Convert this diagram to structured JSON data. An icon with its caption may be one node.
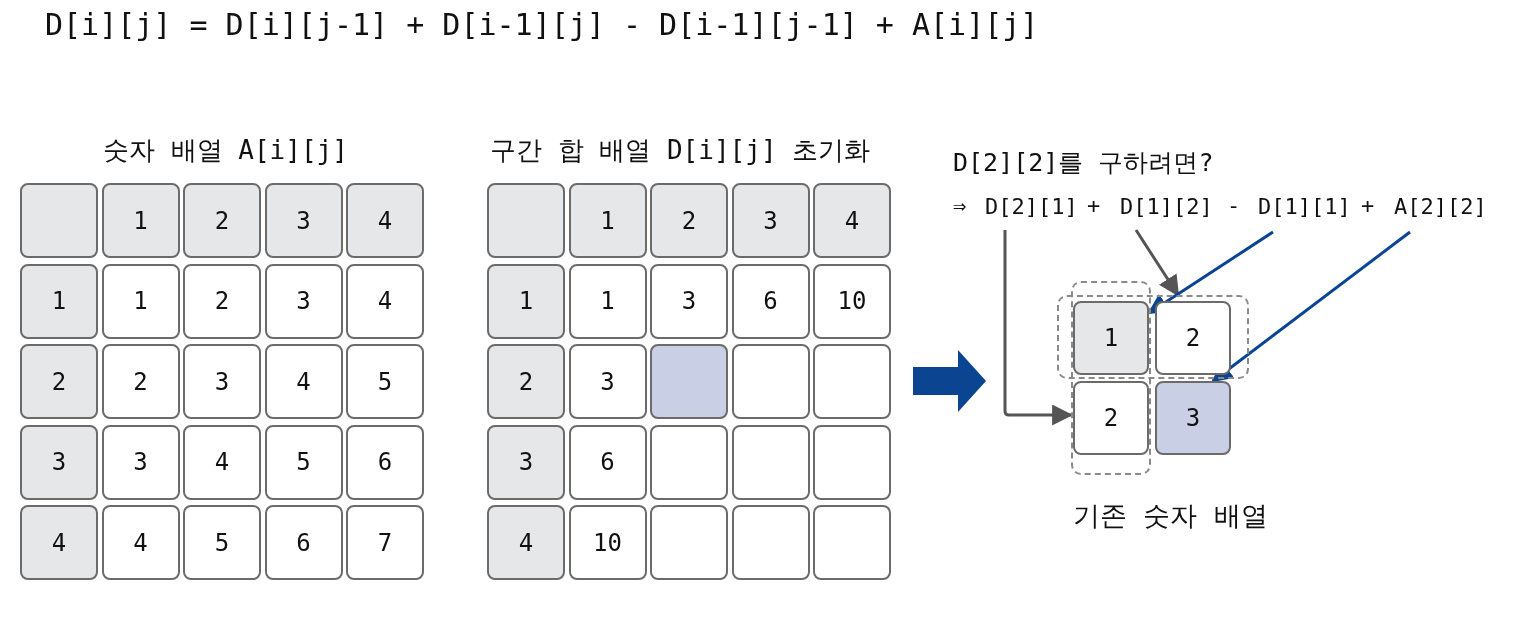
{
  "diagram": {
    "title": "D[i][j] = D[i][j-1] + D[i-1][j] - D[i-1][j-1] + A[i][j]",
    "nodes": [
      {
        "text": [
          "D[2][1]"
        ]
      },
      {
        "text": [
          "D[1][2]"
        ]
      },
      {
        "text": [
          "D[1][1]"
        ]
      },
      {
        "text": [
          "A[2][2]"
        ]
      },
      {
        "text": [],
        "shape": "box"
      },
      {
        "text": [],
        "shape": "box"
      },
      {
        "text": [
          "1"
        ]
      },
      {
        "text": [
          "2"
        ],
        "in": 4
      },
      {
        "text": [
          "2"
        ],
        "in": 5
      },
      {
        "text": [
          "3"
        ]
      }
    ],
    "edges": [
      {
        "from": 0,
        "to": 5,
        "arrow": "to"
      },
      {
        "from": 1,
        "to": 4,
        "arrow": "to"
      },
      {
        "from": 2,
        "to": 6,
        "arrow": "to",
        "color": "#0b4591"
      },
      {
        "from": 3,
        "to": 9,
        "arrow": "to",
        "color": "#0b4591"
      }
    ],
    "labels": [
      "숫자 배열 A[i][j]",
      "1",
      "2",
      "3",
      "4",
      "1",
      "1",
      "2",
      "3",
      "4",
      "2",
      "2",
      "3",
      "4",
      "5",
      "3",
      "3",
      "4",
      "5",
      "6",
      "4",
      "4",
      "5",
      "6",
      "7",
      "구간 합 배열 D[i][j] 초기화",
      "1",
      "2",
      "3",
      "4",
      "1",
      "1",
      "3",
      "6",
      "10",
      "2",
      "3",
      "3",
      "6",
      "4",
      "10",
      "D[2][2]를 구하려면?",
      "⇒",
      "+",
      "-",
      "+",
      "기존 숫자 배열"
    ]
  }
}
